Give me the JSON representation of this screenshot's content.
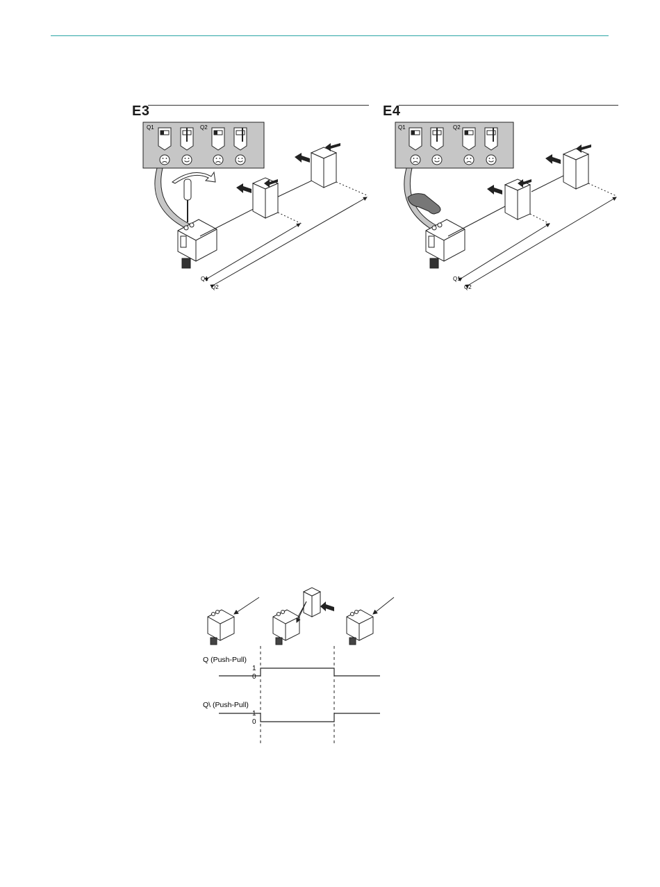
{
  "header": {
    "accent_color": "#2aa6a6"
  },
  "figure_e3": {
    "title": "E3",
    "panel_labels": [
      "Q1",
      "Q2"
    ],
    "axis_labels": [
      "Q1",
      "Q2"
    ],
    "tool": "screwdriver-icon"
  },
  "figure_e4": {
    "title": "E4",
    "panel_labels": [
      "Q1",
      "Q2"
    ],
    "axis_labels": [
      "Q1",
      "Q2"
    ],
    "tool": "finger-icon"
  },
  "timing_diagram": {
    "signal_q": {
      "label": "Q (Push-Pull)",
      "level_high": "1",
      "level_low": "0"
    },
    "signal_q_inv": {
      "label": "Q\\ (Push-Pull)",
      "level_high": "1",
      "level_low": "0"
    }
  }
}
